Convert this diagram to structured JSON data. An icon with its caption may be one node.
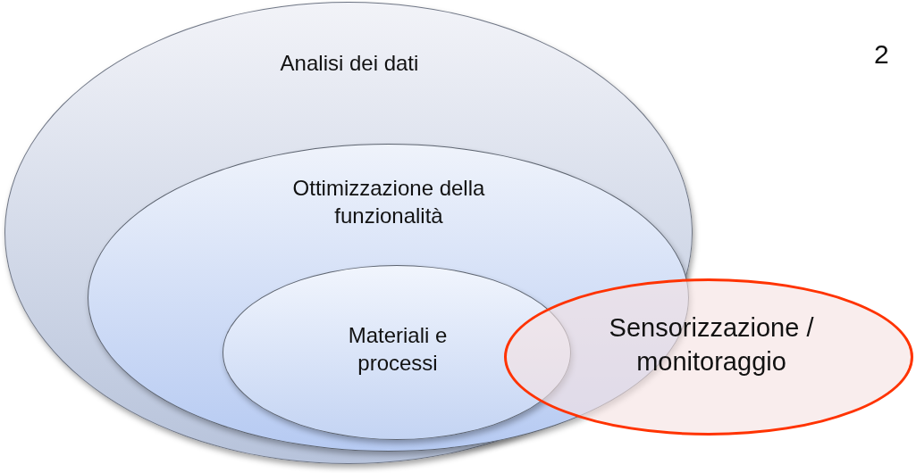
{
  "diagram": {
    "nodes": [
      {
        "text": [
          "Analisi dei dati"
        ]
      },
      {
        "text": [
          "Ottimizzazione della funzionalità"
        ],
        "in": 0
      },
      {
        "text": [
          "Materiali e processi"
        ],
        "in": 1
      },
      {
        "text": [
          "Sensorizzazione / monitoraggio"
        ]
      }
    ],
    "labels": [
      "2"
    ]
  }
}
